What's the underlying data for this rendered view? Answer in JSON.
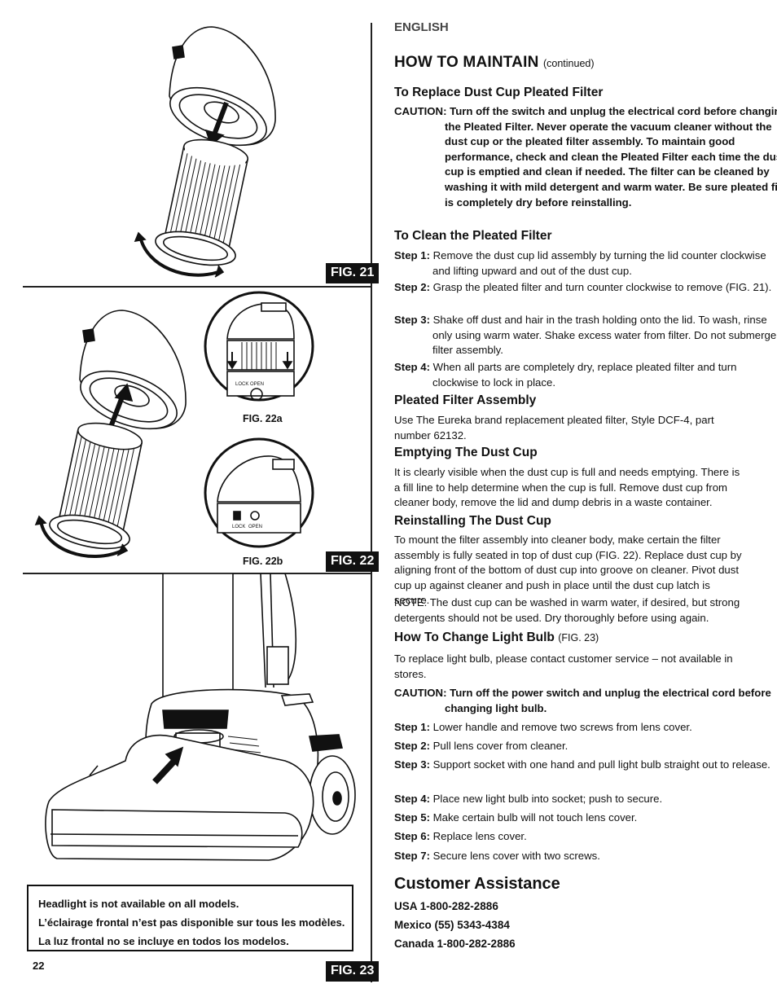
{
  "header": {
    "language": "ENGLISH",
    "title": "HOW TO MAINTAIN",
    "title_suffix": "(continued)"
  },
  "figures": {
    "fig21": "FIG. 21",
    "fig22": "FIG. 22",
    "fig22a": "FIG. 22a",
    "fig22b": "FIG. 22b",
    "fig23": "FIG. 23",
    "lock": "LOCK",
    "open": "OPEN"
  },
  "note": [
    "Headlight is not available on all models.",
    "L’éclairage frontal n’est pas disponible sur tous les modèles.",
    "La luz frontal no se incluye en todos los modelos."
  ],
  "page_number": "22",
  "replace_filter": {
    "heading": "To Replace Dust Cup Pleated Filter",
    "caution": "CAUTION: Turn off the switch and unplug the electrical cord before changing the Pleated Filter. Never operate the vacuum cleaner without the dust cup or the pleated filter assembly. To maintain good performance, check and clean the Pleated Filter each time the dust cup is emptied and clean if needed. The filter can be cleaned by washing it with mild detergent and warm water. Be sure pleated filter is completely dry before reinstalling."
  },
  "clean_filter": {
    "heading": "To Clean the Pleated Filter",
    "steps": [
      {
        "label": "Step 1:",
        "text": "Remove the dust cup lid assembly by turning the lid counter clockwise and lifting upward and out of the dust cup."
      },
      {
        "label": "Step 2:",
        "text": "Grasp the pleated filter and turn counter clockwise to remove (FIG. 21)."
      },
      {
        "label": "Step 3:",
        "text": "Shake off dust and hair in the trash holding onto the lid. To wash, rinse only using warm water. Shake excess water from filter. Do not submerge filter assembly."
      },
      {
        "label": "Step 4:",
        "text": "When all parts are completely dry, replace pleated filter and turn clockwise to lock in place."
      }
    ]
  },
  "assembly": {
    "heading": "Pleated Filter Assembly",
    "text": "Use The Eureka brand replacement pleated filter, Style DCF-4, part number 62132."
  },
  "emptying": {
    "heading": "Emptying The Dust Cup",
    "text": "It is clearly visible when the dust cup is full and needs emptying. There is a fill line to help determine when the cup is full. Remove dust cup from cleaner body, remove the lid and dump debris in a waste container."
  },
  "reinstalling": {
    "heading": "Reinstalling The Dust Cup",
    "text": "To mount the filter assembly into cleaner body, make certain the filter assembly is fully seated in top of dust cup (FIG. 22). Replace dust cup by aligning front of the bottom of dust cup into groove on cleaner. Pivot dust cup up against cleaner and push in place until the dust cup latch is secure.",
    "note": "NOTE: The dust cup can be washed in warm water, if desired, but strong detergents should not be used. Dry thoroughly before using again."
  },
  "light_bulb": {
    "heading": "How To Change Light Bulb",
    "heading_suffix": "(FIG. 23)",
    "intro": "To replace light bulb, please contact customer service – not available in stores.",
    "caution": "CAUTION: Turn off the power switch and unplug the electrical cord before changing light bulb.",
    "steps": [
      {
        "label": "Step 1:",
        "text": "Lower handle and remove two screws from lens cover."
      },
      {
        "label": "Step 2:",
        "text": "Pull lens cover from cleaner."
      },
      {
        "label": "Step 3:",
        "text": "Support socket with one hand and pull light bulb straight out to release."
      },
      {
        "label": "Step 4:",
        "text": "Place new light bulb into socket; push to secure."
      },
      {
        "label": "Step 5:",
        "text": "Make certain bulb will not touch lens cover."
      },
      {
        "label": "Step 6:",
        "text": "Replace lens cover."
      },
      {
        "label": "Step 7:",
        "text": "Secure lens cover with two screws."
      }
    ]
  },
  "customer": {
    "heading": "Customer Assistance",
    "phones": [
      "USA 1-800-282-2886",
      "Mexico (55) 5343-4384",
      "Canada 1-800-282-2886"
    ]
  }
}
